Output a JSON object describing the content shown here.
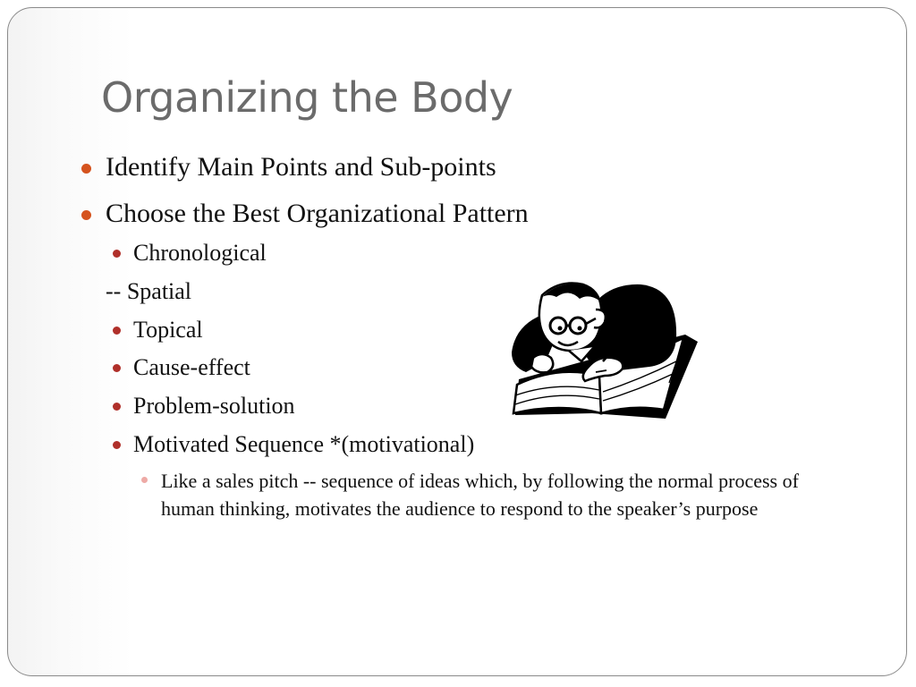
{
  "slide": {
    "title": "Organizing the Body",
    "bullets": [
      {
        "text": "Identify Main Points and Sub-points"
      },
      {
        "text": "Choose the Best Organizational Pattern"
      },
      {
        "text": "Chronological"
      },
      {
        "text": "-- Spatial"
      },
      {
        "text": "Topical"
      },
      {
        "text": "Cause-effect"
      },
      {
        "text": "Problem-solution"
      },
      {
        "text": "Motivated Sequence *(motivational)"
      },
      {
        "text": "Like a sales pitch -- sequence of ideas which, by following the normal process of human thinking, motivates the audience to respond to the speaker’s purpose"
      }
    ],
    "illustration": "man-reading-book-clipart",
    "colors": {
      "title": "#6b6b6b",
      "bullet_level1": "#d5531e",
      "bullet_level2": "#b0302a",
      "bullet_level3": "#eeaaa6",
      "frame_border": "#8a8a8a"
    }
  }
}
